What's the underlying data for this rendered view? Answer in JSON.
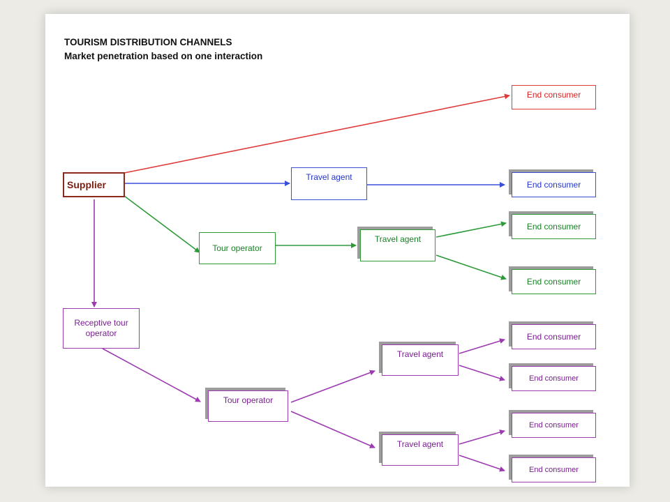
{
  "title": {
    "line1": "TOURISM DISTRIBUTION CHANNELS",
    "line2": "Market penetration based on one interaction"
  },
  "colors": {
    "supplier": "#8b2a1a",
    "direct": "#e03a3a",
    "travel_agent_channel": "#3a4fd8",
    "tour_operator_channel": "#2e9a3a",
    "receptive_channel": "#9c3ab0"
  },
  "nodes": {
    "supplier": "Supplier",
    "end_consumer_direct": "End consumer",
    "travel_agent_blue": "Travel agent",
    "end_consumer_blue": "End consumer",
    "tour_operator_green": "Tour operator",
    "travel_agent_green": "Travel agent",
    "end_consumer_green_1": "End consumer",
    "end_consumer_green_2": "End consumer",
    "receptive_tour_operator": "Receptive tour operator",
    "tour_operator_purple": "Tour operator",
    "travel_agent_purple_1": "Travel agent",
    "travel_agent_purple_2": "Travel agent",
    "end_consumer_purple_1": "End consumer",
    "end_consumer_purple_2": "End consumer",
    "end_consumer_purple_3": "End consumer",
    "end_consumer_purple_4": "End consumer"
  }
}
